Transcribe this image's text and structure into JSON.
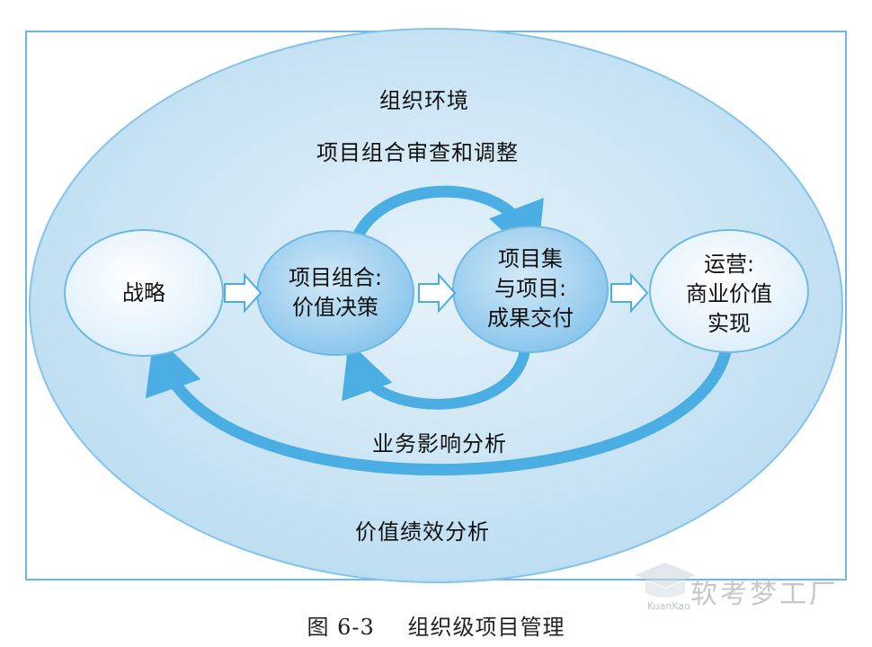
{
  "environment_label": "组织环境",
  "top_loop_label": "项目组合审查和调整",
  "inner_loop_label": "业务影响分析",
  "outer_loop_label": "价值绩效分析",
  "nodes": {
    "strategy": {
      "lines": [
        "战略"
      ]
    },
    "portfolio": {
      "lines": [
        "项目组合:",
        "价值决策"
      ]
    },
    "programs": {
      "lines": [
        "项目集",
        "与项目:",
        "成果交付"
      ]
    },
    "operations": {
      "lines": [
        "运营:",
        "商业价值",
        "实现"
      ]
    }
  },
  "caption": {
    "figure_no": "图 6-3",
    "title": "组织级项目管理"
  },
  "watermark": {
    "brand": "软考梦工厂",
    "small": "KuanKao"
  },
  "colors": {
    "frame": "#6fb8e2",
    "environment_fill": "#cfe6f5",
    "arrow": "#4aaee3",
    "node_light": "#f2f8fc",
    "node_blue": "#9fd0ef"
  }
}
